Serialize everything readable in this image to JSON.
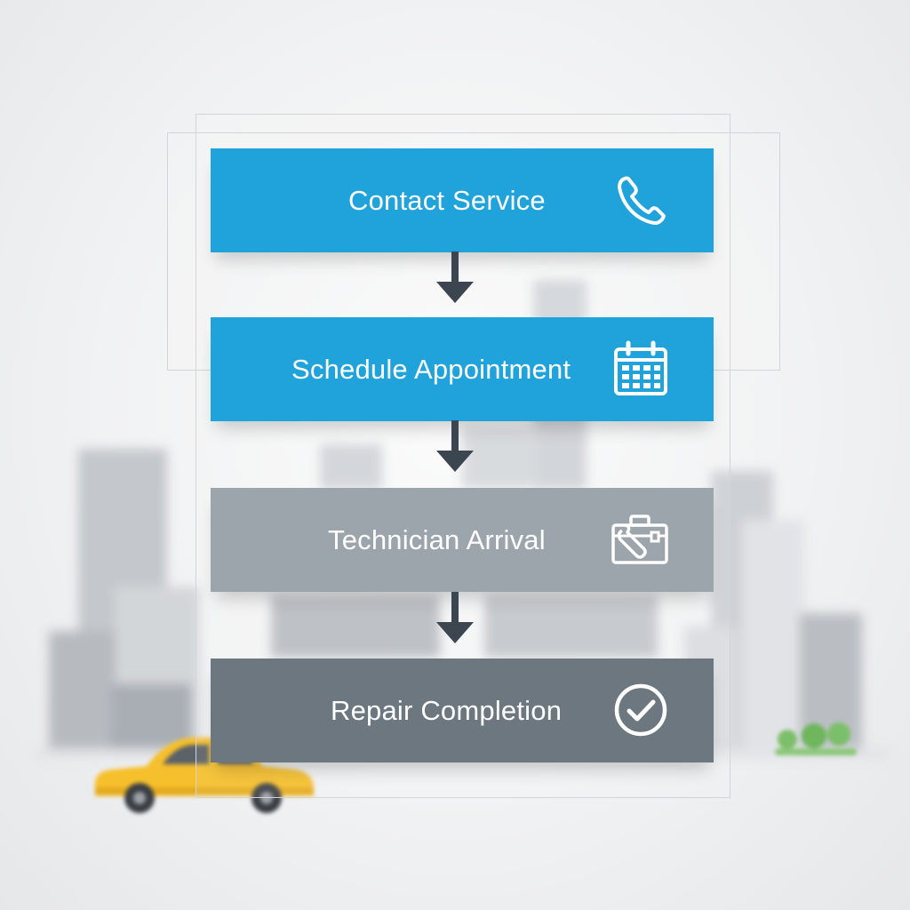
{
  "colors": {
    "step_active": "#1fa3da",
    "step_pending": "#9ca4ac",
    "step_final": "#6d7780",
    "arrow": "#3c4650",
    "taxi": "#f6bf2c"
  },
  "flow": {
    "steps": [
      {
        "label": "Contact Service",
        "icon": "phone-icon"
      },
      {
        "label": "Schedule Appointment",
        "icon": "calendar-icon"
      },
      {
        "label": "Technician Arrival",
        "icon": "toolbox-icon"
      },
      {
        "label": "Repair Completion",
        "icon": "check-circle-icon"
      }
    ],
    "arrows": [
      "arrow-down",
      "arrow-down",
      "arrow-down"
    ]
  }
}
